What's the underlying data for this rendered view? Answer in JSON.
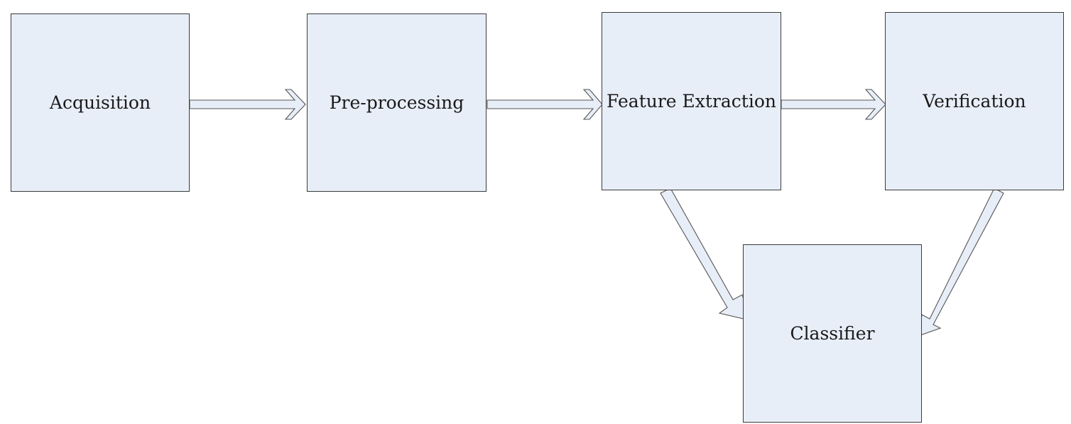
{
  "diagram": {
    "nodes": [
      {
        "id": "acquisition",
        "label": "Acquisition"
      },
      {
        "id": "preprocessing",
        "label": "Pre-processing"
      },
      {
        "id": "feature_extraction",
        "label": "Feature Extraction"
      },
      {
        "id": "verification",
        "label": "Verification"
      },
      {
        "id": "classifier",
        "label": "Classifier"
      }
    ],
    "edges": [
      {
        "from": "acquisition",
        "to": "preprocessing"
      },
      {
        "from": "preprocessing",
        "to": "feature_extraction"
      },
      {
        "from": "feature_extraction",
        "to": "verification"
      },
      {
        "from": "feature_extraction",
        "to": "classifier"
      },
      {
        "from": "verification",
        "to": "classifier"
      }
    ],
    "colors": {
      "box_fill": "#e8eef8",
      "box_border": "#3b3b3b",
      "arrow_fill": "#e8eef8",
      "arrow_stroke": "#555555"
    }
  }
}
